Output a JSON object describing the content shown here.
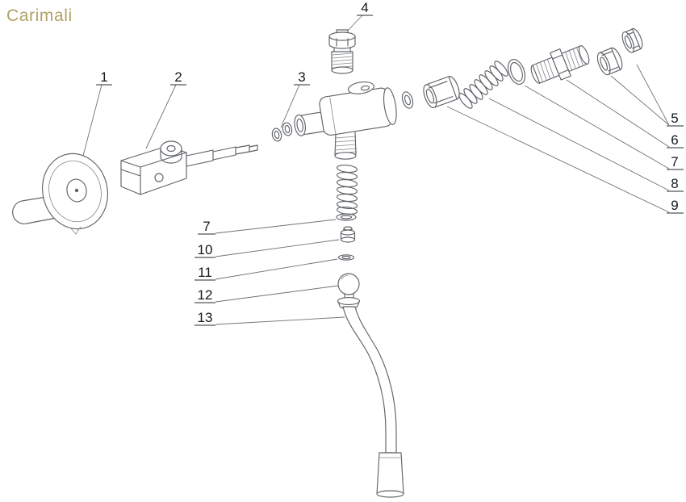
{
  "brand": {
    "name": "Carimali"
  },
  "colors": {
    "brand_text": "#b1a266",
    "line_art": "#5f6368",
    "label_text": "#16181a"
  },
  "diagram": {
    "kind": "exploded-parts-diagram",
    "part_labels": {
      "p1": "1",
      "p2": "2",
      "p3": "3",
      "p4": "4",
      "p5": "5",
      "p6": "6",
      "p7_right": "7",
      "p8": "8",
      "p9": "9",
      "p7_left": "7",
      "p10": "10",
      "p11": "11",
      "p12": "12",
      "p13": "13"
    }
  }
}
